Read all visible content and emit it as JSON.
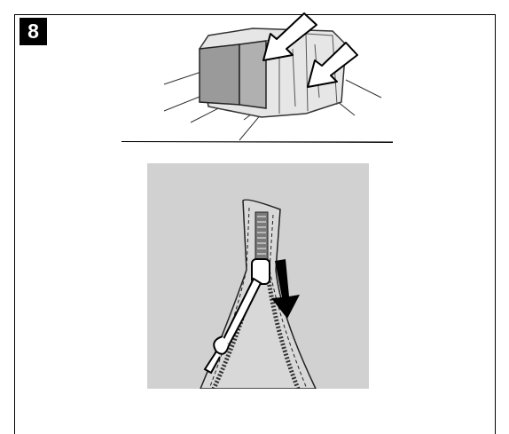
{
  "step": {
    "number": "8"
  },
  "illustrations": {
    "tent": {
      "icon": "tent-with-arrows-icon",
      "arrow_count": 2
    },
    "zipper": {
      "icon": "zipper-pull-down-icon",
      "direction": "down",
      "background_color": "#d1d1d1"
    }
  },
  "colors": {
    "badge_background": "#000000",
    "badge_text": "#ffffff",
    "line": "#000000"
  }
}
